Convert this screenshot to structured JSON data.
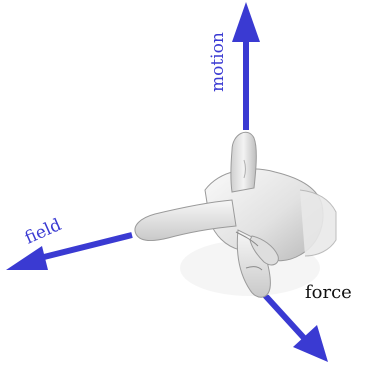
{
  "labels": {
    "motion": "motion",
    "field": "field",
    "force": "force"
  },
  "colors": {
    "arrow": "#3a3ad2",
    "label_blue": "#3a3ad2",
    "label_black": "#111111",
    "skin_light": "#f4f4f4",
    "skin_mid": "#d9d9d9",
    "skin_shadow": "#a8a8a8",
    "skin_outline": "#8a8a8a"
  },
  "icons": [
    "right-hand-rule-hand",
    "motion-arrow",
    "field-arrow",
    "force-arrow"
  ]
}
